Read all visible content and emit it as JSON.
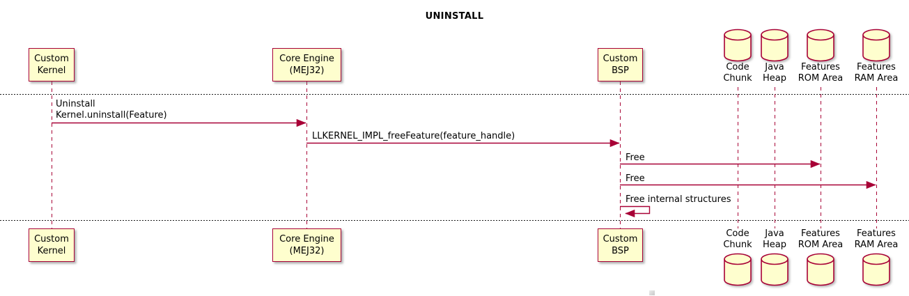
{
  "title": "UNINSTALL",
  "colors": {
    "participant_fill": "#FEFECE",
    "participant_border": "#A80036",
    "lifeline": "#A80036",
    "arrow": "#A80036",
    "separator": "#1a1a1a",
    "text": "#000000",
    "background": "#ffffff"
  },
  "participants": {
    "kernel": {
      "type": "box",
      "line1": "Custom",
      "line2": "Kernel"
    },
    "core": {
      "type": "box",
      "line1": "Core Engine",
      "line2": "(MEJ32)"
    },
    "bsp": {
      "type": "box",
      "line1": "Custom",
      "line2": "BSP"
    },
    "code_chunk": {
      "type": "database",
      "line1": "Code",
      "line2": "Chunk"
    },
    "java_heap": {
      "type": "database",
      "line1": "Java",
      "line2": "Heap"
    },
    "features_rom": {
      "type": "database",
      "line1": "Features",
      "line2": "ROM Area"
    },
    "features_ram": {
      "type": "database",
      "line1": "Features",
      "line2": "RAM Area"
    }
  },
  "messages": [
    {
      "from": "Custom Kernel",
      "to": "Core Engine (MEJ32)",
      "line1": "Uninstall",
      "line2": "Kernel.uninstall(Feature)"
    },
    {
      "from": "Core Engine (MEJ32)",
      "to": "Custom BSP",
      "line1": "LLKERNEL_IMPL_freeFeature(feature_handle)"
    },
    {
      "from": "Custom BSP",
      "to": "Features ROM Area",
      "line1": "Free"
    },
    {
      "from": "Custom BSP",
      "to": "Features RAM Area",
      "line1": "Free"
    },
    {
      "from": "Custom BSP",
      "to": "Custom BSP",
      "line1": "Free internal structures"
    }
  ]
}
